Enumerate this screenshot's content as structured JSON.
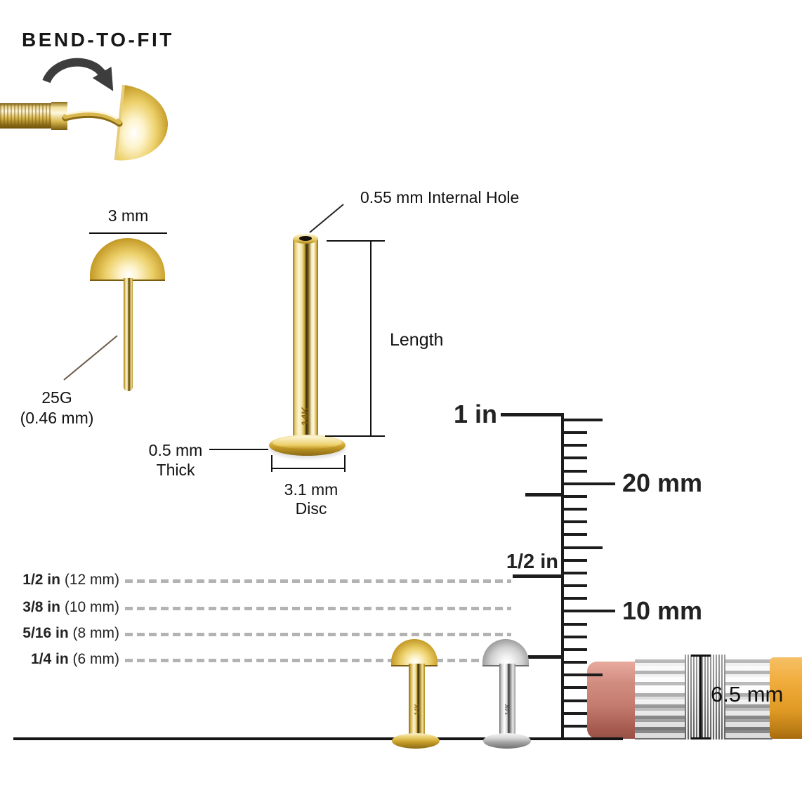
{
  "title": "BEND-TO-FIT",
  "dome_detail": {
    "width_label": "3 mm",
    "gauge_line1": "25G",
    "gauge_line2": "(0.46 mm)"
  },
  "post_detail": {
    "hole_label": "0.55 mm Internal Hole",
    "length_label": "Length",
    "thick_line1": "0.5 mm",
    "thick_line2": "Thick",
    "disc_line1": "3.1 mm",
    "disc_line2": "Disc",
    "engraving": "14K"
  },
  "length_chart": {
    "rows": [
      {
        "fraction": "1/2 in",
        "metric": "(12 mm)"
      },
      {
        "fraction": "3/8 in",
        "metric": "(10 mm)"
      },
      {
        "fraction": "5/16 in",
        "metric": "(8 mm)"
      },
      {
        "fraction": "1/4 in",
        "metric": "(6 mm)"
      }
    ]
  },
  "ruler": {
    "inch_labels": [
      {
        "text": "1 in"
      },
      {
        "text": "1/2 in"
      }
    ],
    "mm_labels": [
      {
        "text": "20 mm",
        "mm": 20
      },
      {
        "text": "10 mm",
        "mm": 10
      }
    ],
    "mm_tick_count": 25,
    "long_tick_every": 5,
    "inch_tick_marks": [
      "1 in",
      "3/4 in",
      "1/2 in",
      "1/4 in"
    ]
  },
  "studs": [
    {
      "material": "gold",
      "engraving": "14K"
    },
    {
      "material": "silver",
      "engraving": "14K"
    }
  ],
  "pencil": {
    "eraser_width_label": "6.5 mm"
  },
  "colors": {
    "gold": "#d4a72c",
    "silver": "#c9c9c9",
    "eraser_pink": "#c87f73",
    "pencil_orange": "#eda93c",
    "dash_gray": "#b3b3b3",
    "ink": "#1a1a1a"
  }
}
